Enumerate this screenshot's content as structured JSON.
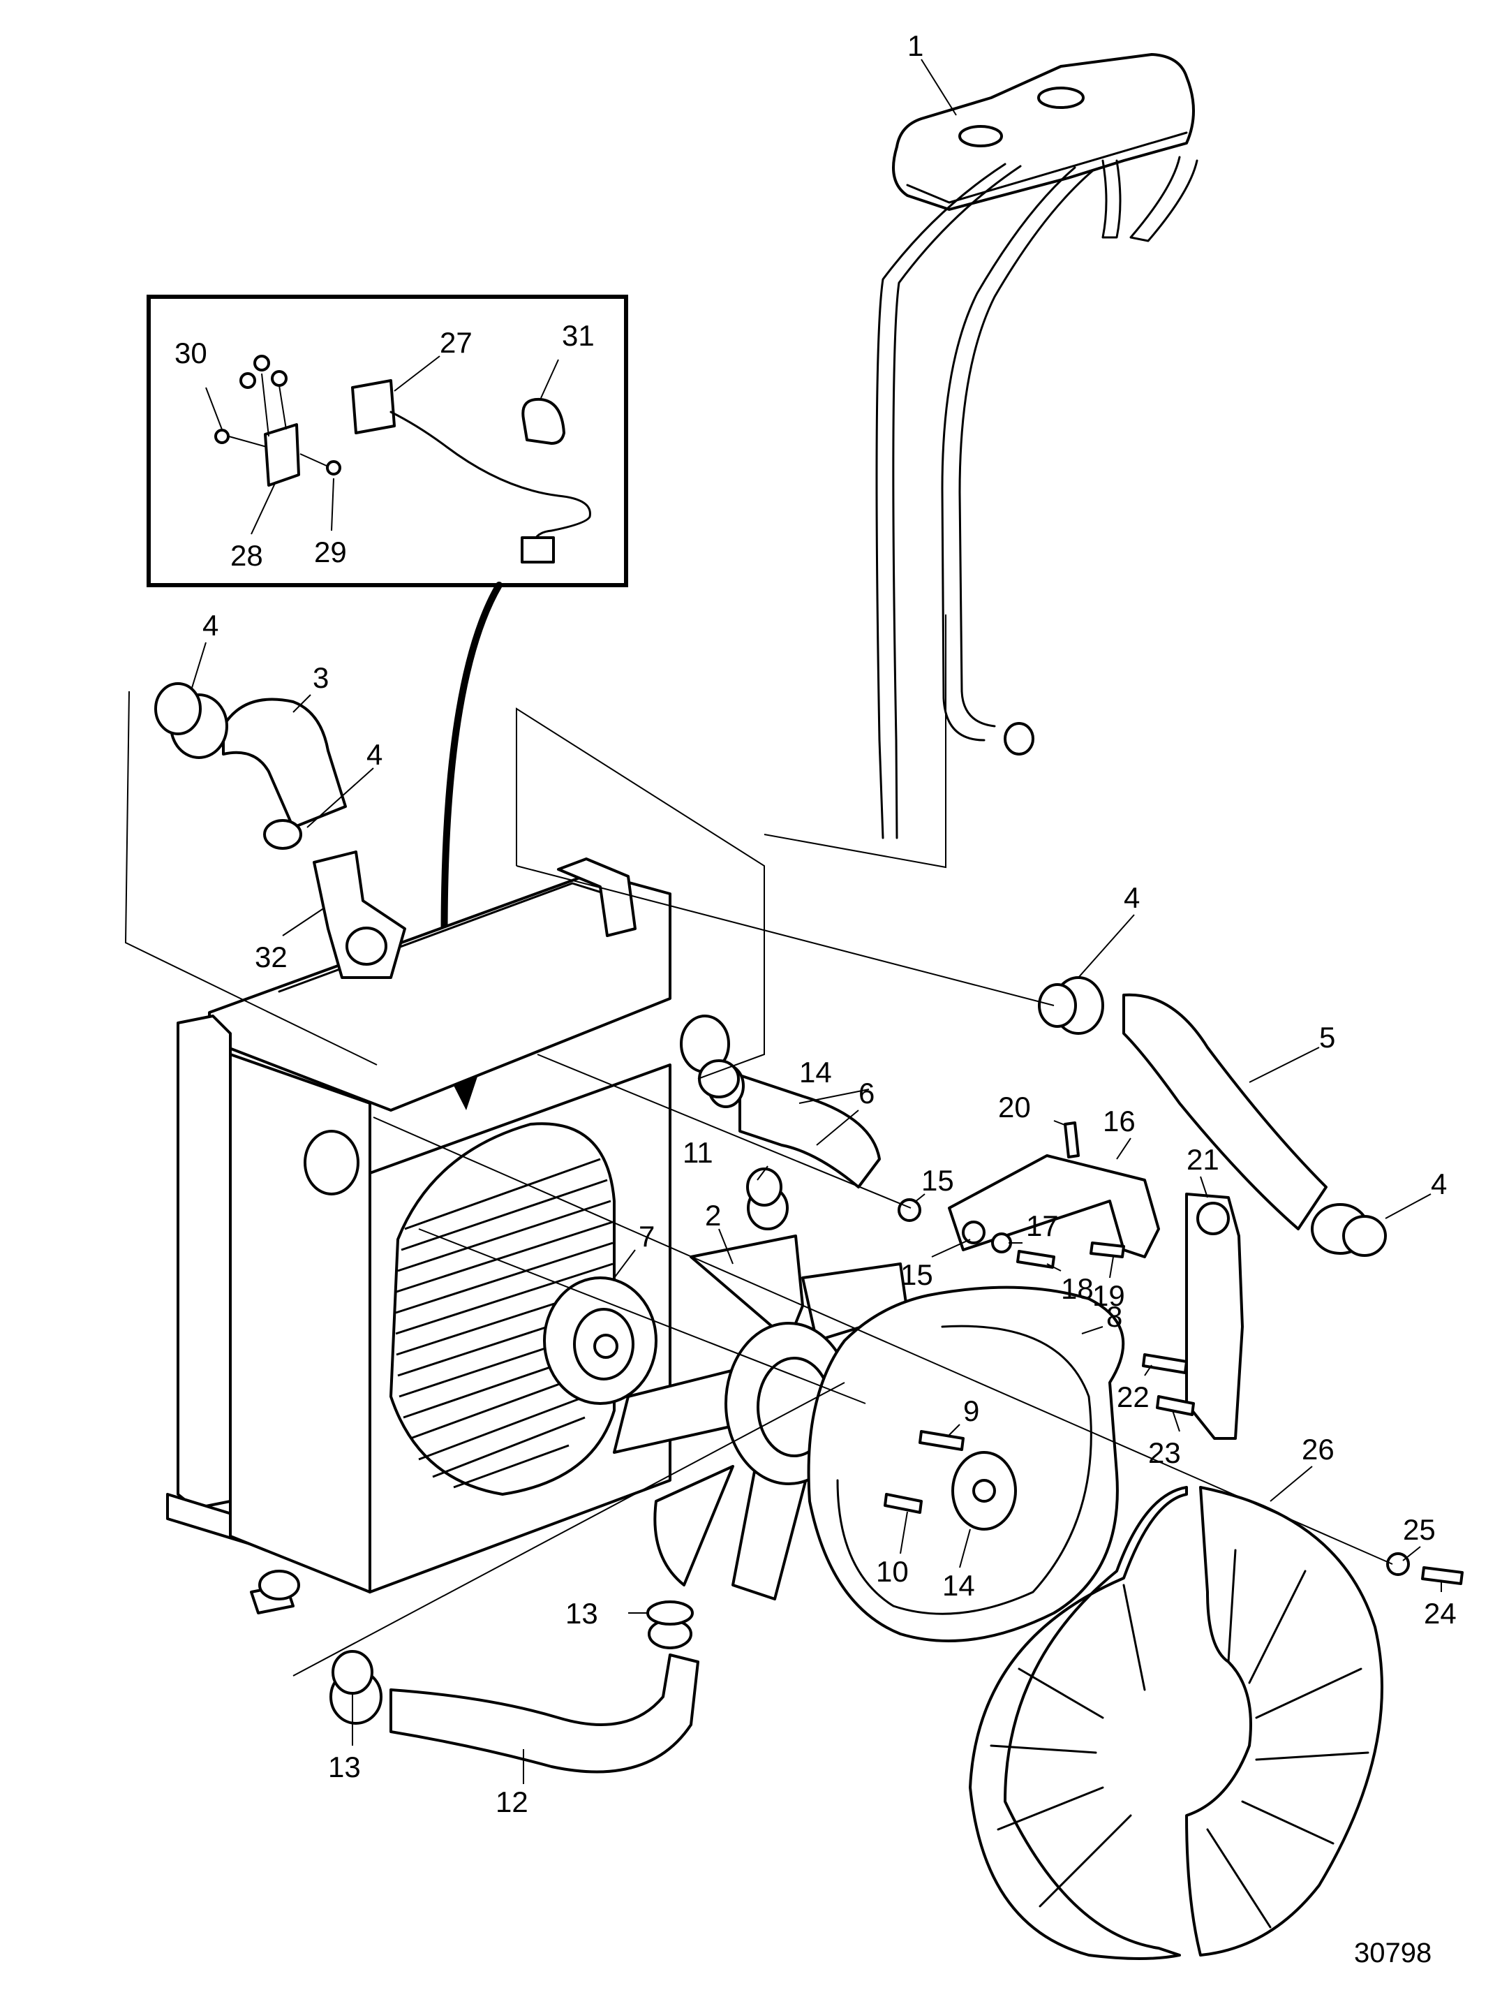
{
  "callouts": {
    "c1": "1",
    "c2": "2",
    "c3": "3",
    "c4a": "4",
    "c4b": "4",
    "c4c": "4",
    "c4d": "4",
    "c5": "5",
    "c6": "6",
    "c7": "7",
    "c8": "8",
    "c9": "9",
    "c10": "10",
    "c11": "11",
    "c12": "12",
    "c13a": "13",
    "c13b": "13",
    "c14a": "14",
    "c14b": "14",
    "c15a": "15",
    "c15b": "15",
    "c16": "16",
    "c17": "17",
    "c18": "18",
    "c19": "19",
    "c20": "20",
    "c21": "21",
    "c22": "22",
    "c23": "23",
    "c24": "24",
    "c25": "25",
    "c26": "26",
    "c27": "27",
    "c28": "28",
    "c29": "29",
    "c30": "30",
    "c31": "31",
    "c32": "32"
  },
  "figure_number": "30798"
}
